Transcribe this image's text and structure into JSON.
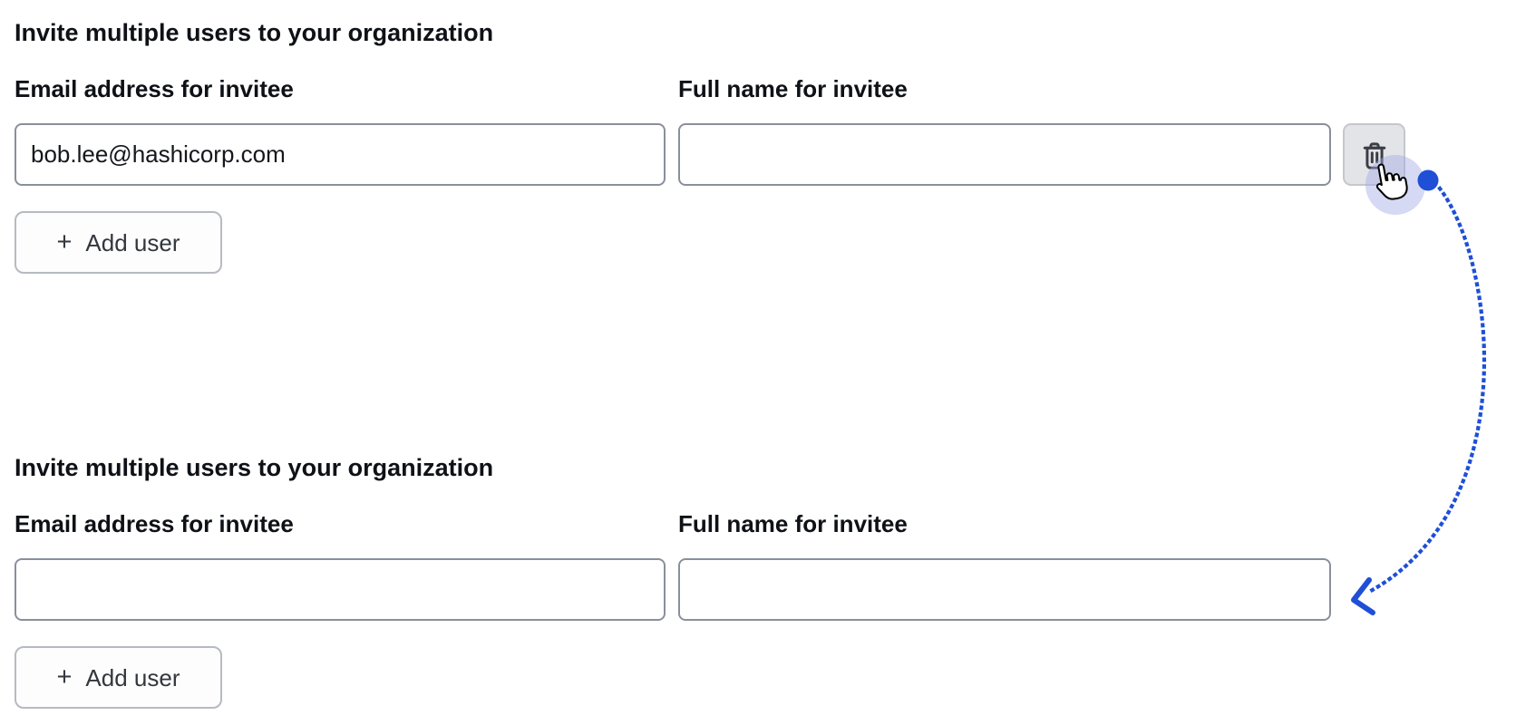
{
  "colors": {
    "accent": "#1e4fd6",
    "halo": "rgba(164,170,228,0.45)"
  },
  "sections": [
    {
      "heading": "Invite multiple users to your organization",
      "email_label": "Email address for invitee",
      "name_label": "Full name for invitee",
      "email_value": "bob.lee@hashicorp.com",
      "name_value": "",
      "add_user": {
        "plus": "+",
        "label": "Add user"
      }
    },
    {
      "heading": "Invite multiple users to your organization",
      "email_label": "Email address for invitee",
      "name_label": "Full name for invitee",
      "email_value": "",
      "name_value": "",
      "add_user": {
        "plus": "+",
        "label": "Add user"
      }
    }
  ]
}
